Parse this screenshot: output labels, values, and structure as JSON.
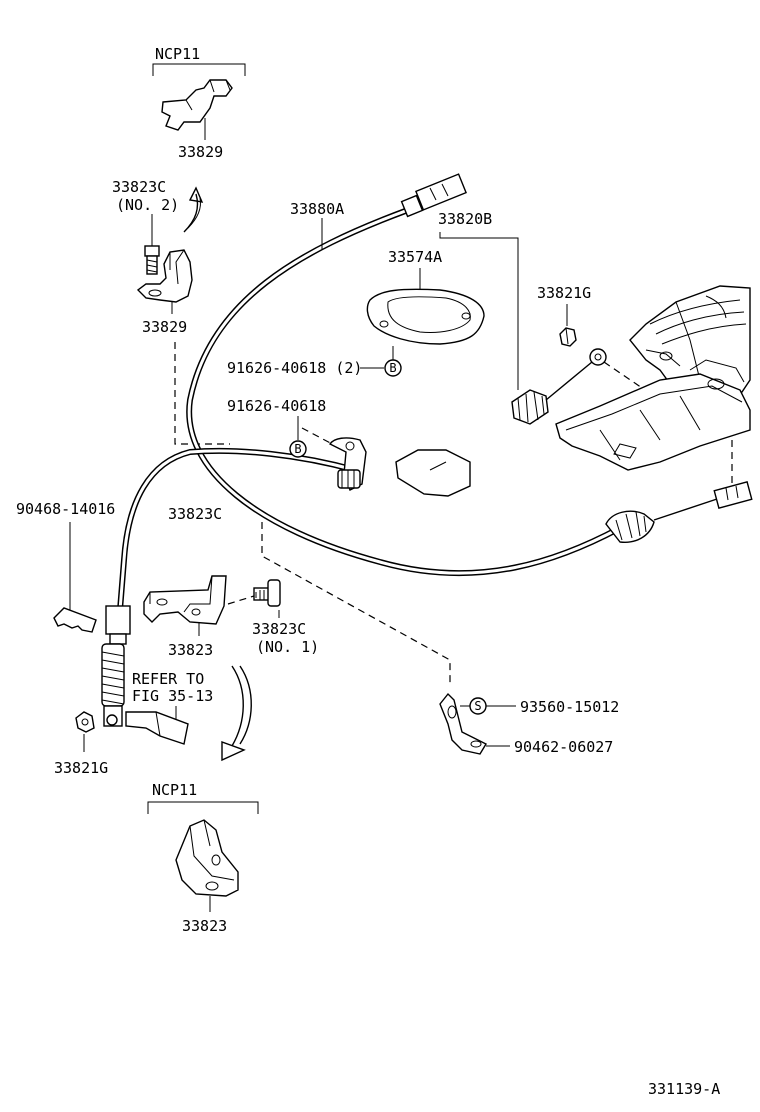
{
  "labels": {
    "ncp11_top": "NCP11",
    "p33829_top": "33829",
    "p33823c_no2": "33823C",
    "no2": "(NO. 2)",
    "p33829_mid": "33829",
    "p33880a": "33880A",
    "p33820b": "33820B",
    "p33574a": "33574A",
    "p33821g_right": "33821G",
    "bolt_b2": "91626-40618 (2)",
    "bolt_b1": "91626-40618",
    "clip_90468": "90468-14016",
    "p33823c_mid": "33823C",
    "p33823_mid": "33823",
    "p33823c_no1": "33823C",
    "no1": "(NO. 1)",
    "refer_to": "REFER TO",
    "fig_ref": "FIG 35-13",
    "p33821g_left": "33821G",
    "s_part": "93560-15012",
    "p90462": "90462-06027",
    "ncp11_bottom": "NCP11",
    "p33823_bottom": "33823",
    "figure_id": "331139-A"
  },
  "marks": {
    "b_mark": "B",
    "s_mark": "S"
  }
}
